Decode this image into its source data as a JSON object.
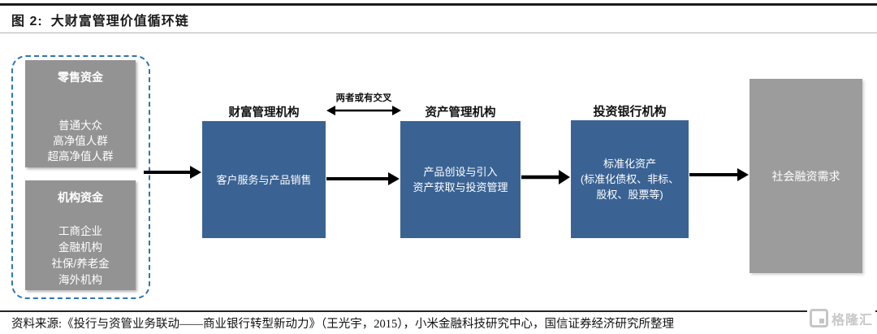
{
  "figure": {
    "number_label": "图 2:",
    "title": "大财富管理价值循环链",
    "source": "资料来源:《投行与资管业务联动——商业银行转型新动力》（王光宇，2015），小米金融科技研究中心，国信证券经济研究所整理",
    "watermark": "格隆汇"
  },
  "funds_group": {
    "retail": {
      "title": "零售资金",
      "items": [
        "普通大众",
        "高净值人群",
        "超高净值人群"
      ]
    },
    "institutional": {
      "title": "机构资金",
      "items": [
        "工商企业",
        "金融机构",
        "社保/养老金",
        "海外机构"
      ]
    }
  },
  "chain": {
    "wealth_mgmt": {
      "label": "财富管理机构",
      "box_text": "客户服务与产品销售"
    },
    "asset_mgmt": {
      "label": "资产管理机构",
      "box_lines": [
        "产品创设与引入",
        "资产获取与投资管理"
      ]
    },
    "investment_banking": {
      "label": "投资银行机构",
      "box_lines": [
        "标准化资产",
        "(标准化债权、非标、",
        "股权、股票等)"
      ]
    },
    "social_financing": {
      "box_text": "社会融资需求"
    },
    "overlap_note": "两者或有交叉"
  },
  "colors": {
    "chain_box_blue": "#3A6394",
    "funds_box_gray": "#939393",
    "social_box_gray": "#9C9C9C",
    "dashed_border_blue": "#2E75B6",
    "arrow_black": "#000000",
    "watermark_gray": "#C8C8C8"
  }
}
